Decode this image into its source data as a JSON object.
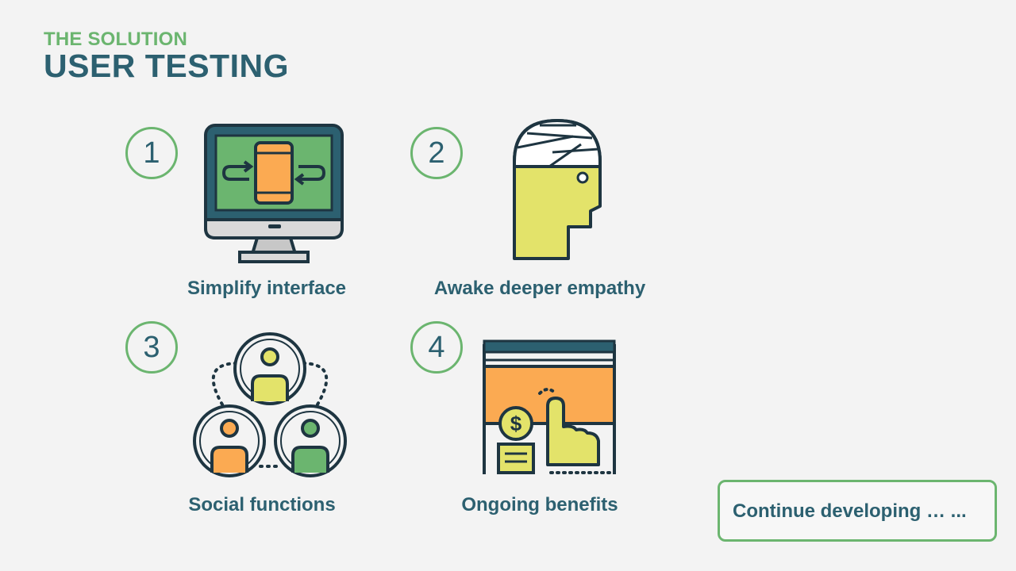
{
  "header": {
    "subtitle": "THE SOLUTION",
    "title": "USER TESTING"
  },
  "items": [
    {
      "number": "1",
      "label": "Simplify interface",
      "icon": "monitor-phone-icon"
    },
    {
      "number": "2",
      "label": "Awake deeper empathy",
      "icon": "bandaged-head-icon"
    },
    {
      "number": "3",
      "label": "Social functions",
      "icon": "people-network-icon"
    },
    {
      "number": "4",
      "label": "Ongoing benefits",
      "icon": "tap-payment-icon"
    }
  ],
  "continue_box": {
    "text": "Continue developing … ..."
  },
  "colors": {
    "green": "#6bb56f",
    "teal": "#2c6070",
    "navy": "#1e3541",
    "orange": "#fbaa52",
    "yellow": "#e3e36a",
    "background": "#f3f3f3"
  }
}
